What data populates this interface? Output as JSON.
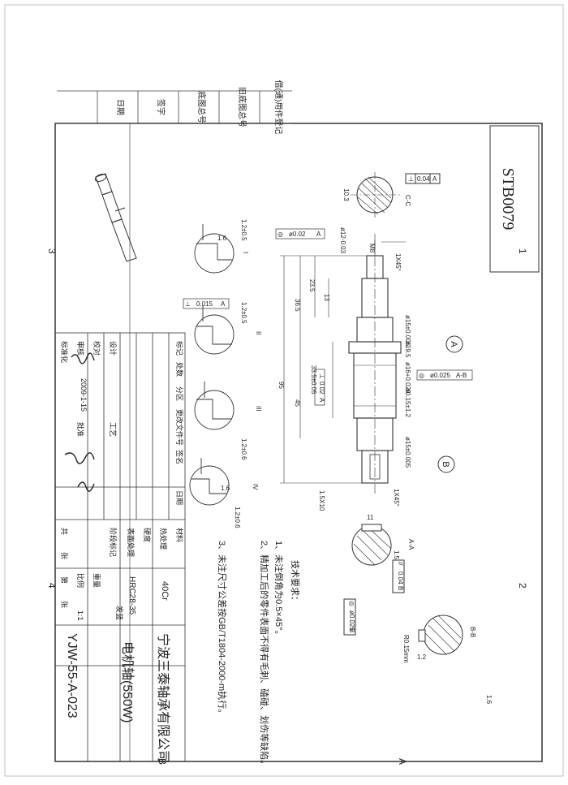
{
  "drawing_number": "STB0079",
  "top_margin_cells": [
    "借(通)用件登记",
    "旧底图总号",
    "底图总号",
    "签字",
    "日期"
  ],
  "title_block": {
    "company": "宁波三泰轴承有限公司",
    "part_name": "电机轴(550W)",
    "part_code": "YJW-55-A-023",
    "material": "40Cr",
    "hardness_spec": "HRC28-35",
    "process_mark": "发蓝",
    "scale": "1:1",
    "header_labels": [
      "标记",
      "处数",
      "分区",
      "更改文件号",
      "签名",
      "日期"
    ],
    "row_labels": [
      "设计",
      "校对",
      "审核",
      "标准化",
      "工艺",
      "批准"
    ],
    "col_labels": [
      "材料",
      "热处理",
      "硬度",
      "表面处理"
    ],
    "stage_labels": [
      "阶段标记",
      "重量",
      "比例"
    ],
    "sheet_labels": [
      "共",
      "张",
      "第",
      "张"
    ]
  },
  "tech_requirements": {
    "title": "技术要求：",
    "items": [
      "1、未注倒角为0.5×45°。",
      "2、精加工后的零件表面不得有毛刺、磕碰、划伤等缺陷。",
      "3、未注尺寸公差按GB/T1804-2000-m执行。"
    ]
  },
  "dimensions": {
    "m8": "M8",
    "d12": "ø12-0.03",
    "d15_top": "ø15±0.005",
    "d19_5": "ø19.5",
    "d16": "ø16+0.029",
    "d15_bottom": "ø15±0.005",
    "chamfer_top": "1X45°",
    "chamfer_bottom": "1X45°",
    "len_95": "95",
    "len_45": "45",
    "len_36_5": "36.5",
    "len_33_5": "33.5±0.05",
    "len_23_5": "23.5",
    "len_13": "13",
    "len_10_3": "10.3",
    "len_11": "11",
    "len_1_2": "1.2",
    "len_1_5": "1.5",
    "len_1_5x10": "1.5X10",
    "spline": "ø0.15±1.2",
    "groove": "R0.15mm"
  },
  "tolerance_frames": [
    {
      "symbol": "⊥",
      "value": "0.04",
      "datum": "A"
    },
    {
      "symbol": "◎",
      "value": "ø0.02",
      "datum": "A"
    },
    {
      "symbol": "⊥",
      "value": "0.015",
      "datum": "A"
    },
    {
      "symbol": "◎",
      "value": "ø0.025",
      "datum": "A-B"
    },
    {
      "symbol": "⊥",
      "value": "0.02",
      "datum": "A"
    },
    {
      "symbol": "//",
      "value": "0.04",
      "datum": "B"
    },
    {
      "symbol": "◎",
      "value": "ø0.025",
      "datum": "B"
    }
  ],
  "details": [
    {
      "roman": "I",
      "dim": "1.2±0.5"
    },
    {
      "roman": "II",
      "dim": "1.2±0.5"
    },
    {
      "roman": "III",
      "dim": "1.2±0.6"
    },
    {
      "roman": "IV",
      "dim": "1.2±0.6"
    }
  ],
  "section_labels": {
    "c": "C-C",
    "aa": "A-A",
    "bb": "B-B"
  },
  "datums": {
    "a": "A",
    "b": "B"
  },
  "roughness": "1.6",
  "zone_marks": [
    "1",
    "2",
    "3",
    "4",
    "A",
    "B"
  ],
  "signature_text": "2009-1-15"
}
